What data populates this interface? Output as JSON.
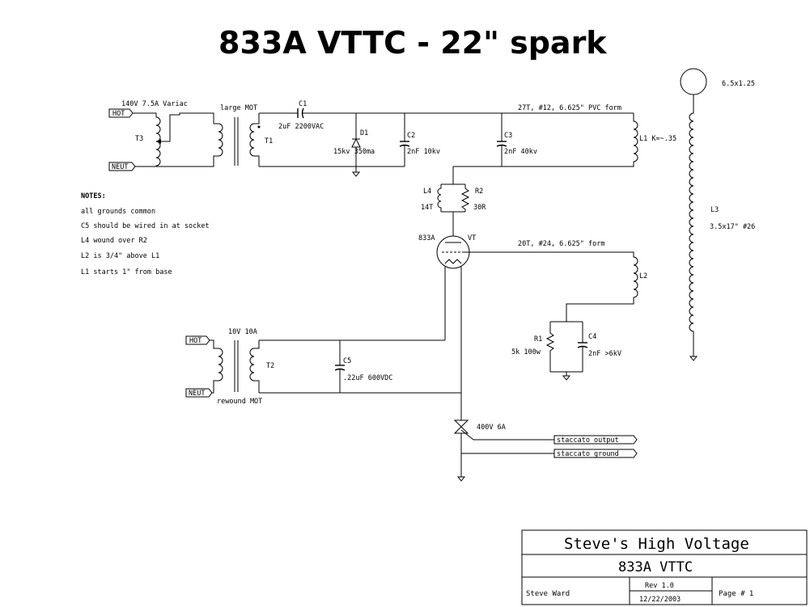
{
  "title": "833A VTTC - 22\" spark",
  "labels": {
    "variac": "140V 7.5A Variac",
    "hot1": "HOT",
    "neut1": "NEUT",
    "t3": "T3",
    "large_mot": "large MOT",
    "t1": "T1",
    "c1": "C1",
    "c1_val": "2uF 2200VAC",
    "d1": "D1",
    "d1_val": "15kv 350ma",
    "c2": "C2",
    "c2_val": "2nF 10kv",
    "c3": "C3",
    "c3_val": "2nF 40kv",
    "l1_form": "27T, #12, 6.625\" PVC form",
    "l1": "L1 K=~.35",
    "topload": "6.5x1.25",
    "l3": "L3",
    "l3_val": "3.5x17\" #26",
    "l4": "L4",
    "l4_val": "14T",
    "r2": "R2",
    "r2_val": "30R",
    "tube": "833A",
    "vt": "VT",
    "l2_form": "20T, #24, 6.625\" form",
    "l2": "L2",
    "r1": "R1",
    "r1_val": "5k 100w",
    "c4": "C4",
    "c4_val": "2nF >6kV",
    "hot2": "HOT",
    "neut2": "NEUT",
    "t2_val": "10V 10A",
    "t2": "T2",
    "rewound": "rewound MOT",
    "c5": "C5",
    "c5_val": ".22uF 600VDC",
    "sidac": "400V 6A",
    "staccato_output": "staccato output",
    "staccato_ground": "staccato ground"
  },
  "notes": {
    "heading": "NOTES:",
    "items": [
      "all grounds common",
      "C5 should be wired in at socket",
      "L4 wound over R2",
      "L2 is 3/4\" above L1",
      "L1 starts 1\" from base"
    ]
  },
  "title_block": {
    "company": "Steve's High Voltage",
    "drawing": "833A VTTC",
    "author": "Steve Ward",
    "rev": "Rev 1.0",
    "date": "12/22/2003",
    "page": "Page # 1"
  }
}
